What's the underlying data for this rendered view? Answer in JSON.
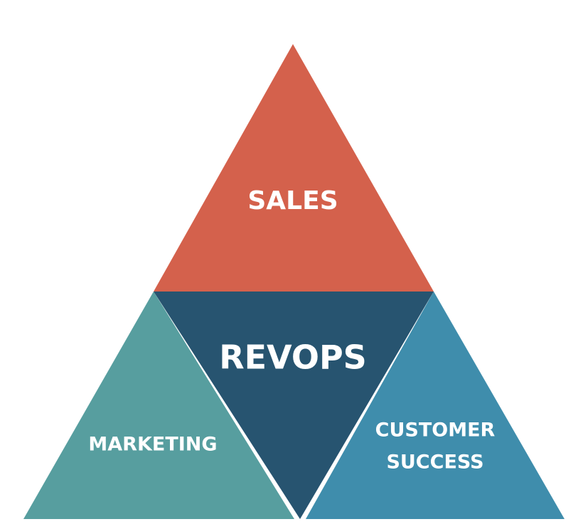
{
  "segments": {
    "top": {
      "label": "SALES",
      "color": "#d4614c"
    },
    "center": {
      "label": "REVOPS",
      "color": "#275470"
    },
    "left": {
      "label": "MARKETING",
      "color": "#579e9f"
    },
    "right": {
      "label_line1": "CUSTOMER",
      "label_line2": "SUCCESS",
      "color": "#3f8dac"
    }
  },
  "background": "#ffffff"
}
